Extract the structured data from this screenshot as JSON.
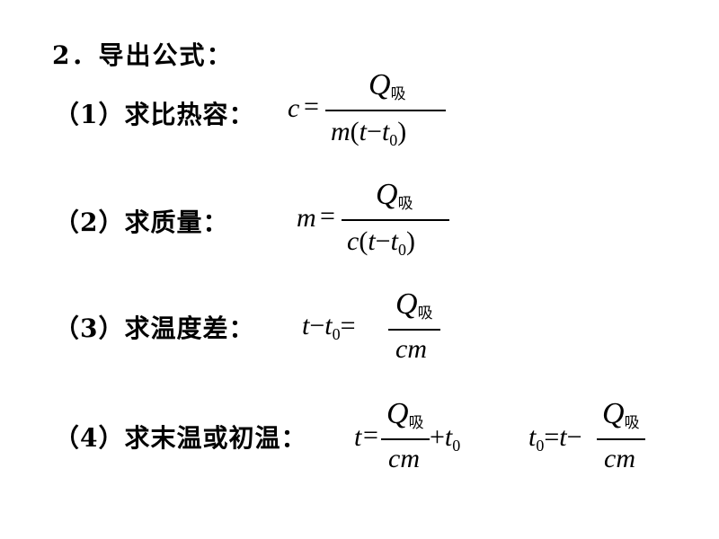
{
  "heading": "2．导出公式：",
  "items": [
    {
      "label": "（1）求比热容：",
      "lhs": "c",
      "eq": "=",
      "numerator": {
        "q": "Q",
        "sub": "吸"
      },
      "denominator": {
        "a": "m",
        "lp": "(",
        "t": "t",
        "minus": "−",
        "t0": "t",
        "zero": "0",
        "rp": ")"
      }
    },
    {
      "label": "（2）求质量：",
      "lhs": "m",
      "eq": "=",
      "numerator": {
        "q": "Q",
        "sub": "吸"
      },
      "denominator": {
        "a": "c",
        "lp": "(",
        "t": "t",
        "minus": "−",
        "t0": "t",
        "zero": "0",
        "rp": ")"
      }
    },
    {
      "label": "（3）求温度差：",
      "lhs_t": "t",
      "lhs_minus": "−",
      "lhs_t0": "t",
      "lhs_zero": "0",
      "eq": "=",
      "numerator": {
        "q": "Q",
        "sub": "吸"
      },
      "denominator": {
        "a": "cm"
      }
    },
    {
      "label": "（4）求末温或初温：",
      "f1": {
        "lhs": "t",
        "eq": "=",
        "q": "Q",
        "sub": "吸",
        "den": "cm",
        "plus": "+",
        "t0": "t",
        "zero": "0"
      },
      "f2": {
        "lhs": "t",
        "zero": "0",
        "eq": "=",
        "t": "t",
        "minus": "−",
        "q": "Q",
        "sub": "吸",
        "den": "cm"
      }
    }
  ]
}
